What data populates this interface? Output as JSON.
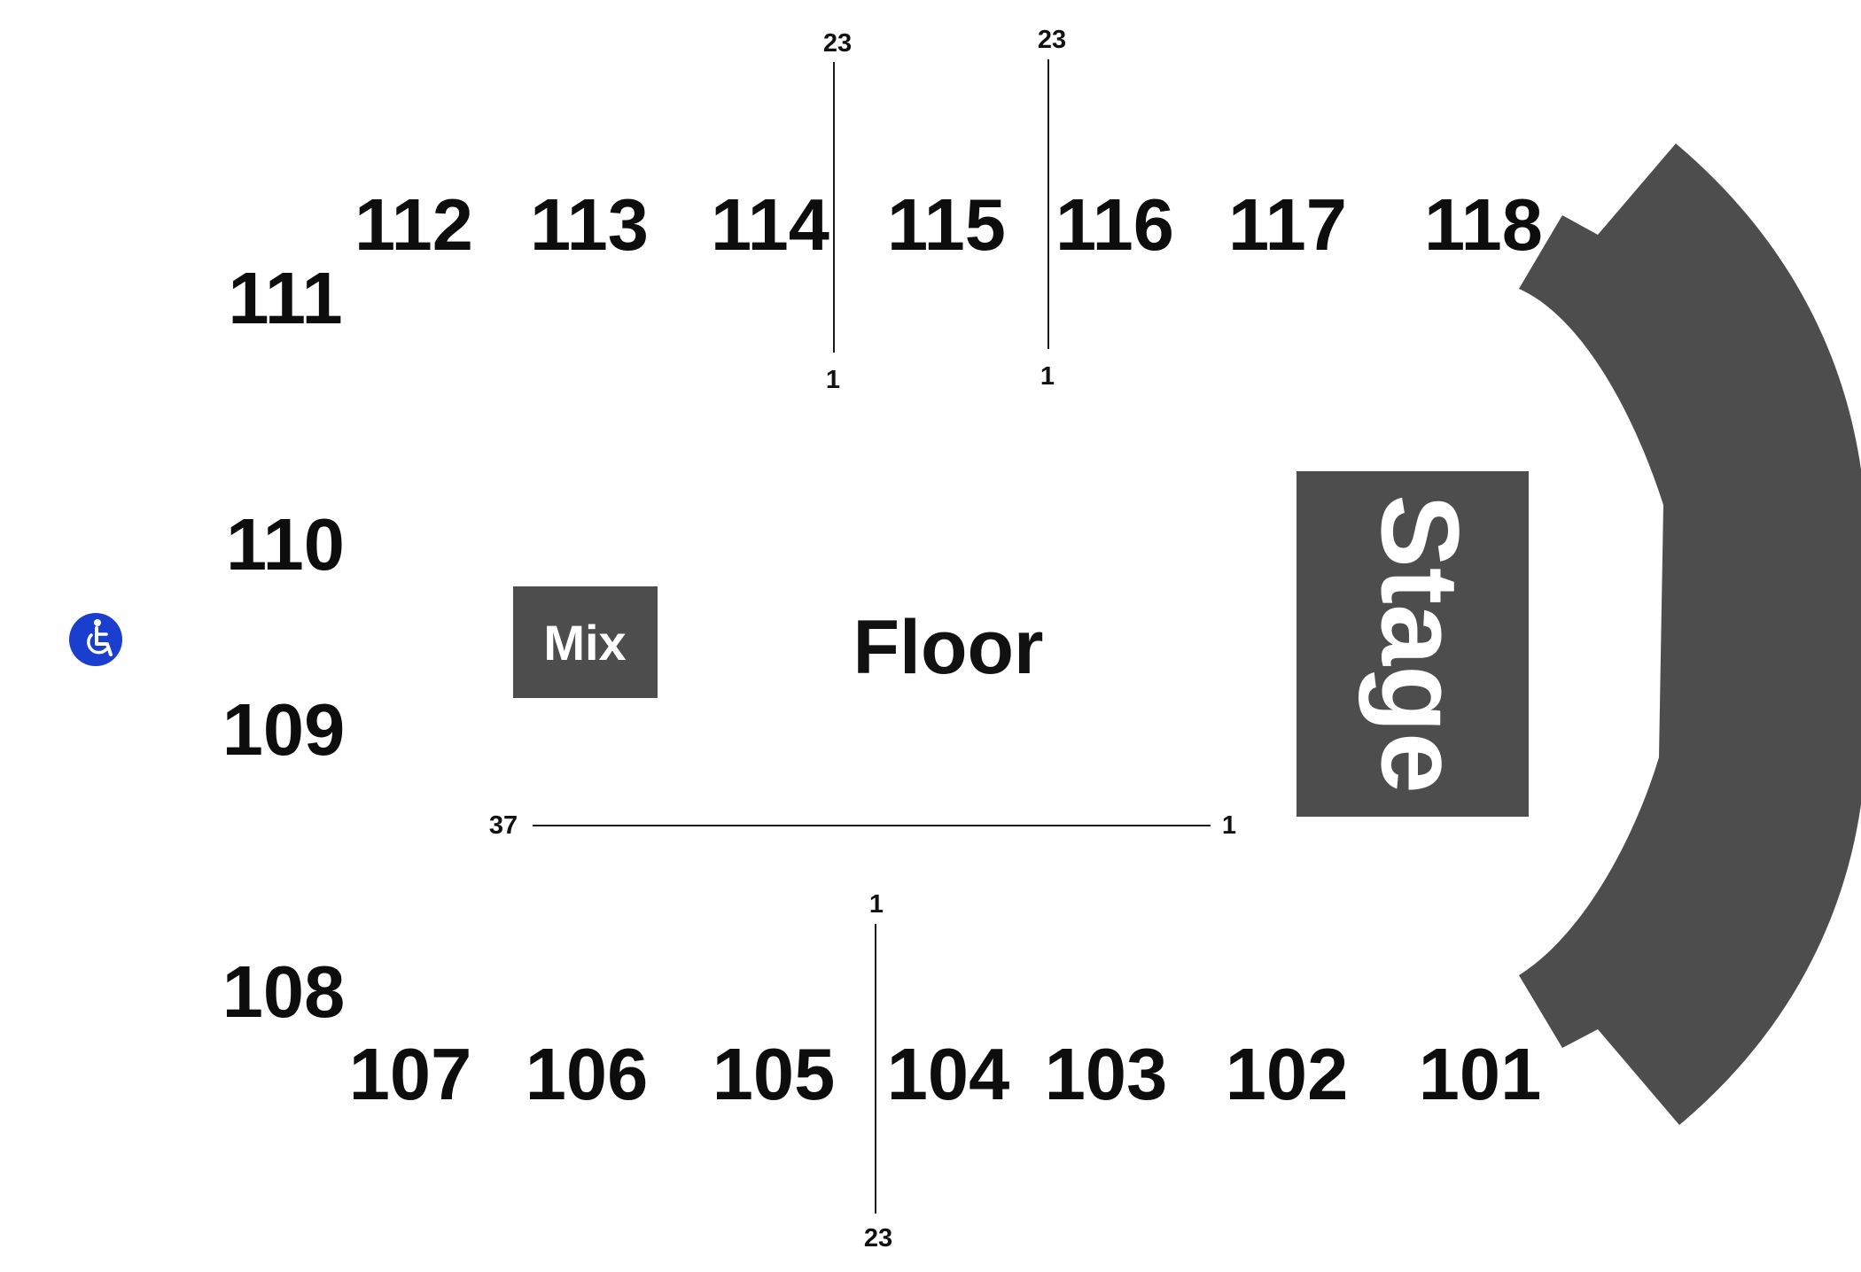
{
  "colors": {
    "block": "#4d4d4d",
    "text": "#0d0d0d",
    "accessible": "#1a3fcf"
  },
  "sections": {
    "s101": "101",
    "s102": "102",
    "s103": "103",
    "s104": "104",
    "s105": "105",
    "s106": "106",
    "s107": "107",
    "s108": "108",
    "s109": "109",
    "s110": "110",
    "s111": "111",
    "s112": "112",
    "s113": "113",
    "s114": "114",
    "s115": "115",
    "s116": "116",
    "s117": "117",
    "s118": "118"
  },
  "areas": {
    "floor": "Floor",
    "mix": "Mix",
    "stage": "Stage"
  },
  "row_markers": {
    "top_left_high": "23",
    "top_left_low": "1",
    "top_right_high": "23",
    "top_right_low": "1",
    "floor_left": "37",
    "floor_right": "1",
    "bottom_high": "1",
    "bottom_low": "23"
  },
  "icons": {
    "accessible": "wheelchair-icon"
  }
}
